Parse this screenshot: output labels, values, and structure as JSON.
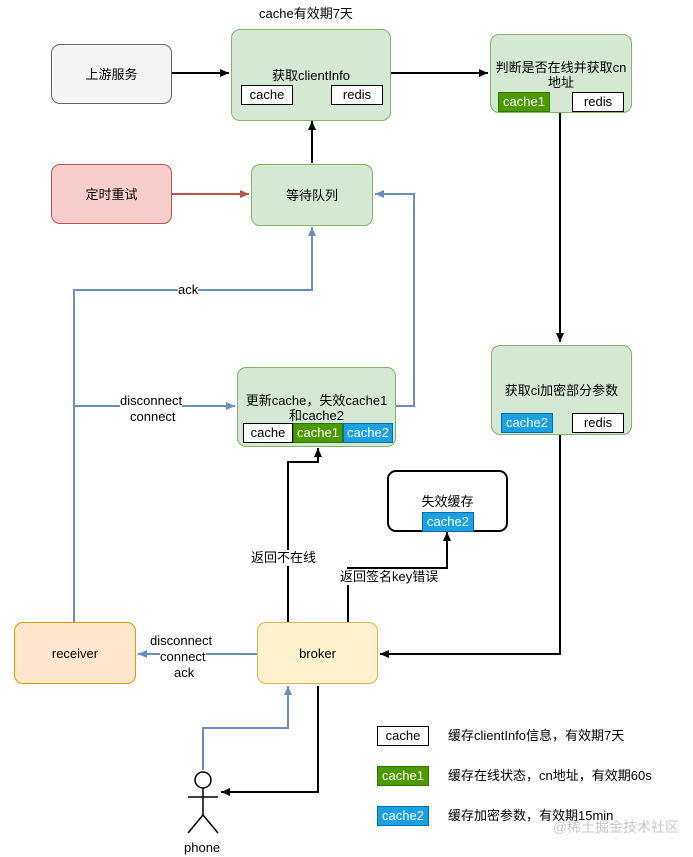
{
  "nodes": {
    "upstream": "上游服务",
    "get_client": {
      "title": "获取clientInfo",
      "top_note": "cache有效期7天",
      "chips": [
        "cache",
        "redis"
      ]
    },
    "check_online": {
      "title": "判断是否在线并获取cn地址",
      "chips": [
        "cache1",
        "redis"
      ]
    },
    "retry": "定时重试",
    "queue": "等待队列",
    "update_cache": {
      "title": "更新cache，失效cache1和cache2",
      "chips": [
        "cache",
        "cache1",
        "cache2"
      ]
    },
    "get_encrypt": {
      "title": "获取ci加密部分参数",
      "chips": [
        "cache2",
        "redis"
      ]
    },
    "invalidate": {
      "title": "失效缓存",
      "chip": "cache2"
    },
    "receiver": "receiver",
    "broker": "broker",
    "phone": "phone"
  },
  "edge_labels": {
    "ack": "ack",
    "disconnect_connect": [
      "disconnect",
      "connect"
    ],
    "broker_receiver": [
      "disconnect",
      "connect",
      "ack"
    ],
    "not_online": "返回不在线",
    "sign_error": "返回签名key错误"
  },
  "legend": [
    {
      "chip": "cache",
      "style": "plain",
      "text": "缓存clientInfo信息，有效期7天"
    },
    {
      "chip": "cache1",
      "style": "green",
      "text": "缓存在线状态，cn地址，有效期60s"
    },
    {
      "chip": "cache2",
      "style": "blue",
      "text": "缓存加密参数，有效期15min"
    }
  ],
  "watermark": "@稀土掘金技术社区",
  "colors": {
    "green_fill": "#d5e8d4",
    "green_stroke": "#82b366",
    "cache1": "#4d9900",
    "cache2": "#1ba1e2",
    "blue_edge": "#6c8ebf",
    "red_edge": "#b85450"
  }
}
